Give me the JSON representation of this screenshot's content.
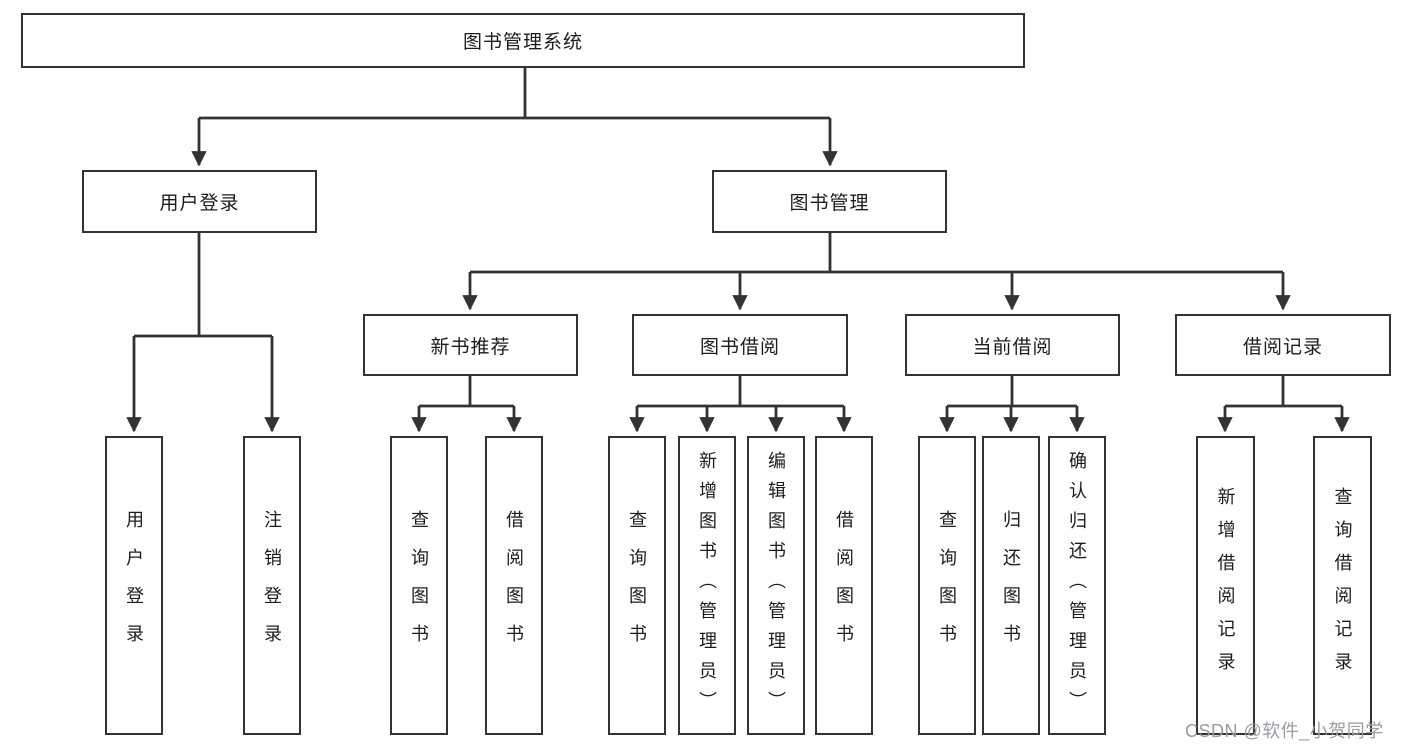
{
  "diagram": {
    "title_node": "图书管理系统",
    "level2": {
      "user_login": "用户登录",
      "book_mgmt": "图书管理"
    },
    "level3": {
      "new_book_rec": "新书推荐",
      "book_borrow": "图书借阅",
      "current_borrow": "当前借阅",
      "borrow_record": "借阅记录"
    },
    "leaves": {
      "user_login_leaf": "用户登录",
      "logout": "注销登录",
      "nb_query": "查询图书",
      "nb_borrow": "借阅图书",
      "bb_query": "查询图书",
      "bb_add": "新增图书（管理员）",
      "bb_edit": "编辑图书（管理员）",
      "bb_borrow": "借阅图书",
      "cb_query": "查询图书",
      "cb_return": "归还图书",
      "cb_confirm": "确认归还（管理员）",
      "br_add": "新增借阅记录",
      "br_query": "查询借阅记录"
    }
  },
  "watermark": "CSDN @软件_小贺同学",
  "colors": {
    "line": "#333333",
    "border": "#333333",
    "text": "#1c1c1c",
    "watermark": "#9b9ba3",
    "background": "#ffffff"
  }
}
